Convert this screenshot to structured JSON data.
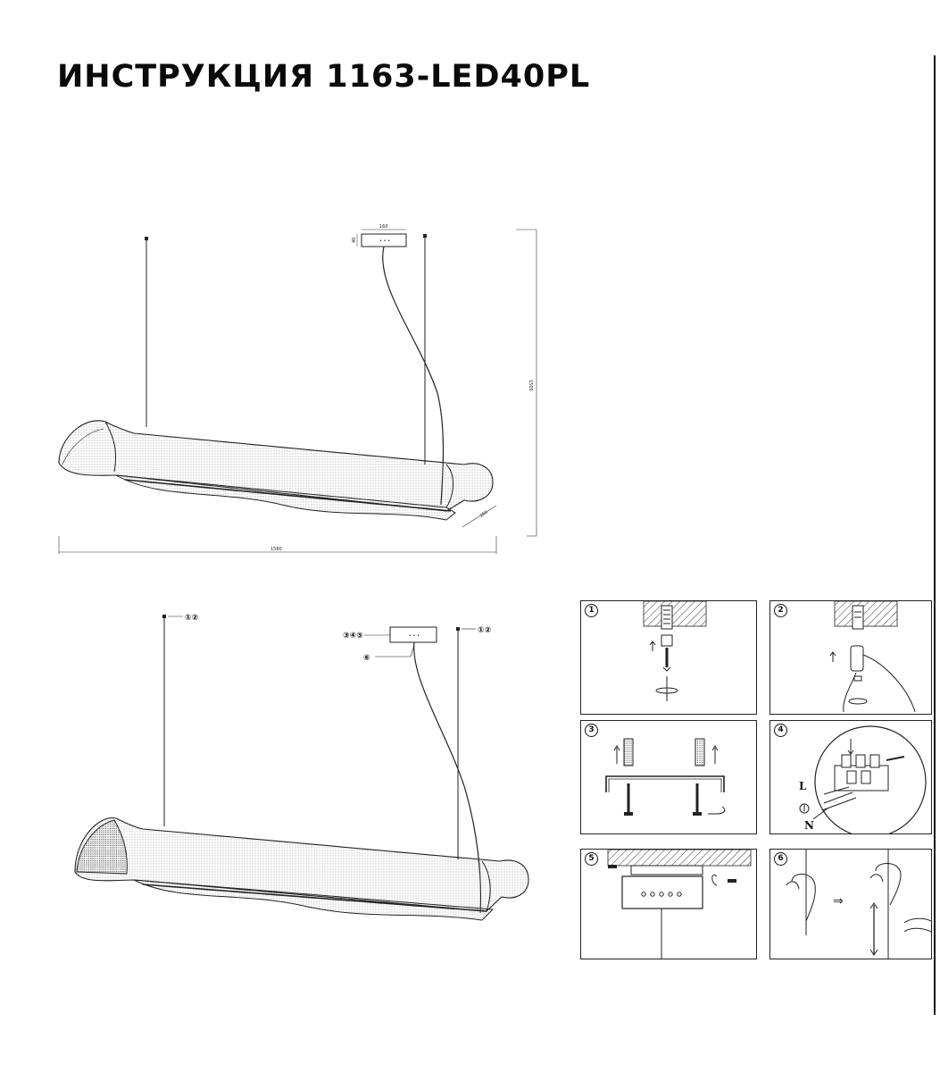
{
  "title": "ИНСТРУКЦИЯ 1163-LED40PL",
  "dimensions": {
    "canopy_width": "160",
    "canopy_height": "40",
    "drop_height": "1500",
    "total_length": "1580",
    "depth": "260"
  },
  "callouts": {
    "left_wire": "①②",
    "right_wire": "①②",
    "canopy_parts": "③④⑤",
    "cable_part": "⑥"
  },
  "steps": [
    {
      "num": "1"
    },
    {
      "num": "2"
    },
    {
      "num": "3"
    },
    {
      "num": "4",
      "label_l": "L",
      "label_n": "N"
    },
    {
      "num": "5"
    },
    {
      "num": "6"
    }
  ]
}
